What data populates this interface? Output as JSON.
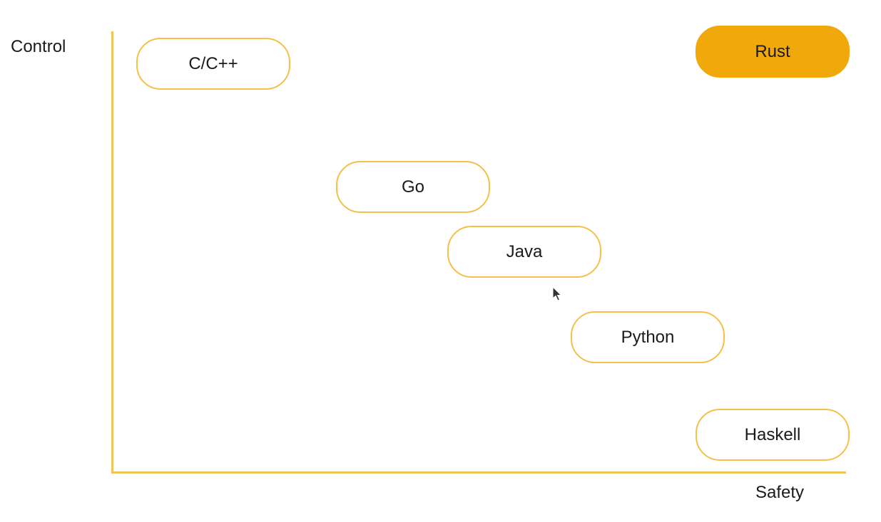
{
  "axes": {
    "y_label": "Control",
    "x_label": "Safety",
    "color": "#f1c45a"
  },
  "languages": [
    {
      "name": "C/C++",
      "highlight": false
    },
    {
      "name": "Rust",
      "highlight": true
    },
    {
      "name": "Go",
      "highlight": false
    },
    {
      "name": "Java",
      "highlight": false
    },
    {
      "name": "Python",
      "highlight": false
    },
    {
      "name": "Haskell",
      "highlight": false
    }
  ],
  "colors": {
    "box_border": "#f3c04a",
    "highlight_fill": "#f0a80a",
    "text": "#1a1a1a"
  },
  "cursor_icon": "mouse-pointer-icon"
}
